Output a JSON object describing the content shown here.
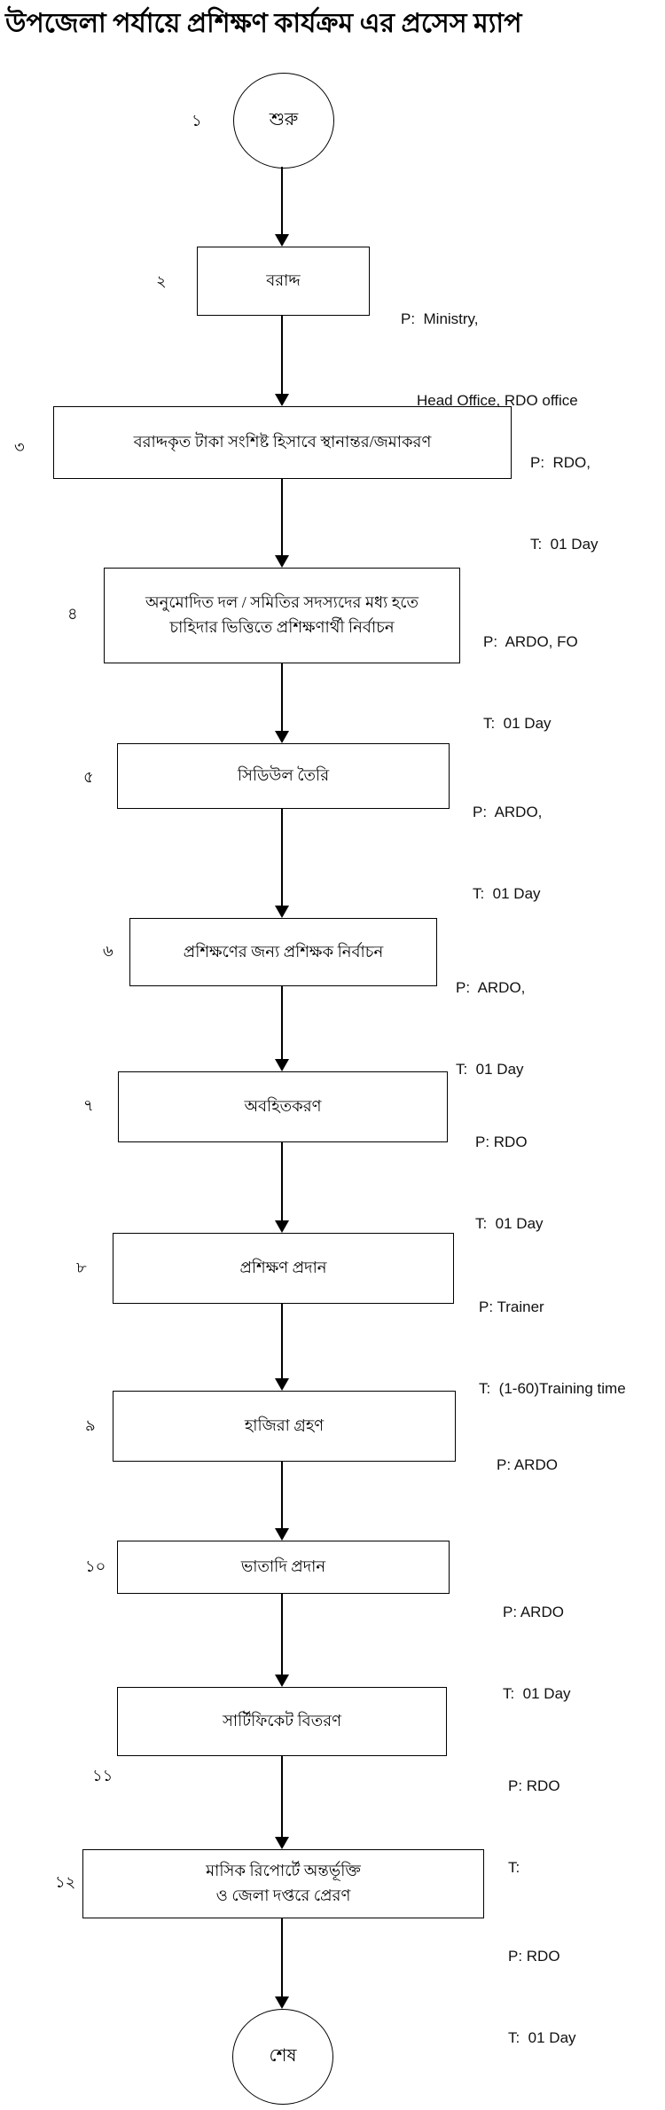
{
  "title": "উপজেলা পর্যায়ে প্রশিক্ষণ কার্যক্রম এর প্রসেস ম্যাপ",
  "colors": {
    "line": "#000000",
    "background": "#ffffff",
    "text": "#000000"
  },
  "start_node": {
    "number": "১",
    "label": "শুরু"
  },
  "end_node": {
    "label": "শেষ"
  },
  "steps": [
    {
      "number": "২",
      "label": "বরাদ্দ",
      "annotation": [
        "P:  Ministry,",
        "Head Office, RDO office"
      ]
    },
    {
      "number": "৩",
      "label": "বরাদ্দকৃত টাকা সংশিষ্ট হিসাবে স্থানান্তর/জমাকরণ",
      "annotation": [
        "P:  RDO,",
        "T:  01 Day"
      ]
    },
    {
      "number": "৪",
      "label": "অনুমোদিত দল / সমিতির সদস্যদের মধ্য হতে",
      "label2": "চাহিদার ভিত্তিতে প্রশিক্ষণার্থী নির্বাচন",
      "annotation": [
        "P:  ARDO, FO",
        "T:  01 Day"
      ]
    },
    {
      "number": "৫",
      "label": "সিডিউল তৈরি",
      "annotation": [
        "P:  ARDO,",
        "T:  01 Day"
      ]
    },
    {
      "number": "৬",
      "label": "প্রশিক্ষণের জন্য প্রশিক্ষক নির্বাচন",
      "annotation": [
        "P:  ARDO,",
        "T:  01 Day"
      ]
    },
    {
      "number": "৭",
      "label": "অবহিতকরণ",
      "annotation": [
        "P: RDO",
        "T:  01 Day"
      ]
    },
    {
      "number": "৮",
      "label": "প্রশিক্ষণ প্রদান",
      "annotation": [
        "P: Trainer",
        "T:  (1-60)Training time"
      ]
    },
    {
      "number": "৯",
      "label": "হাজিরা গ্রহণ",
      "annotation": [
        "P: ARDO"
      ]
    },
    {
      "number": "১০",
      "label": "ভাতাদি প্রদান",
      "annotation": [
        "P: ARDO",
        "T:  01 Day"
      ]
    },
    {
      "number": "১১",
      "label": "সার্টিফিকেট বিতরণ",
      "annotation": [
        "P: RDO",
        "T:"
      ]
    },
    {
      "number": "১২",
      "label": "মাসিক রিপোর্টে অন্তর্ভূক্তি",
      "label2": "ও জেলা দপ্তরে প্রেরণ",
      "annotation": [
        "P: RDO",
        "T:  01 Day"
      ]
    }
  ]
}
